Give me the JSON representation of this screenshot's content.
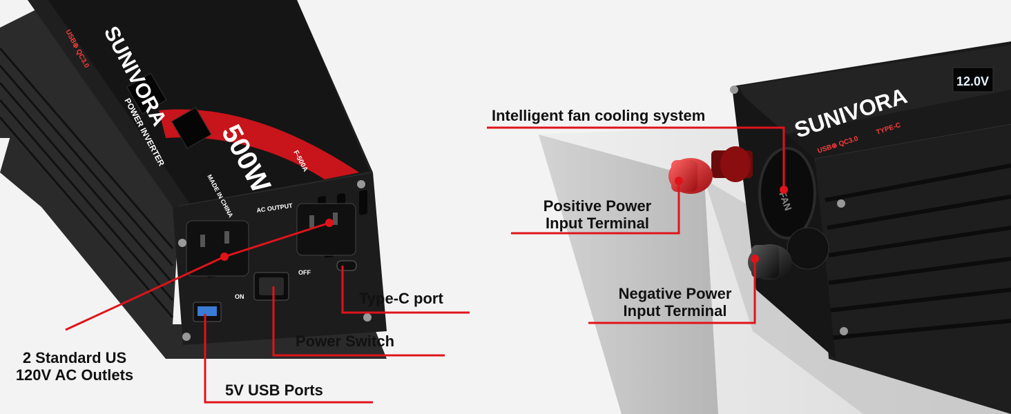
{
  "product": {
    "brand_front": "SUNIVORA",
    "brand_side": "SUNIVORA",
    "model_text": "POWER INVERTER",
    "wattage": "500W",
    "model_number": "F-500A",
    "made_in": "MADE IN CHINA",
    "usb_text": "USB⊕ QC3.0",
    "type_c_text": "TYPE-C",
    "display_voltage": "12.0V",
    "ac_output_text": "AC OUTPUT",
    "on_text": "ON",
    "off_text": "OFF",
    "fan_text": "FAN"
  },
  "callouts": {
    "ac_outlets_line1": "2 Standard US",
    "ac_outlets_line2": "120V AC Outlets",
    "usb_ports": "5V USB Ports",
    "power_switch": "Power Switch",
    "type_c_port": "Type-C port",
    "fan_cooling": "Intelligent fan cooling system",
    "positive_line1": "Positive Power",
    "positive_line2": "Input Terminal",
    "negative_line1": "Negative Power",
    "negative_line2": "Input Terminal"
  },
  "colors": {
    "callout_line": "#e0131a",
    "body_dark": "#1a1a1a",
    "accent_red": "#c8141b"
  }
}
